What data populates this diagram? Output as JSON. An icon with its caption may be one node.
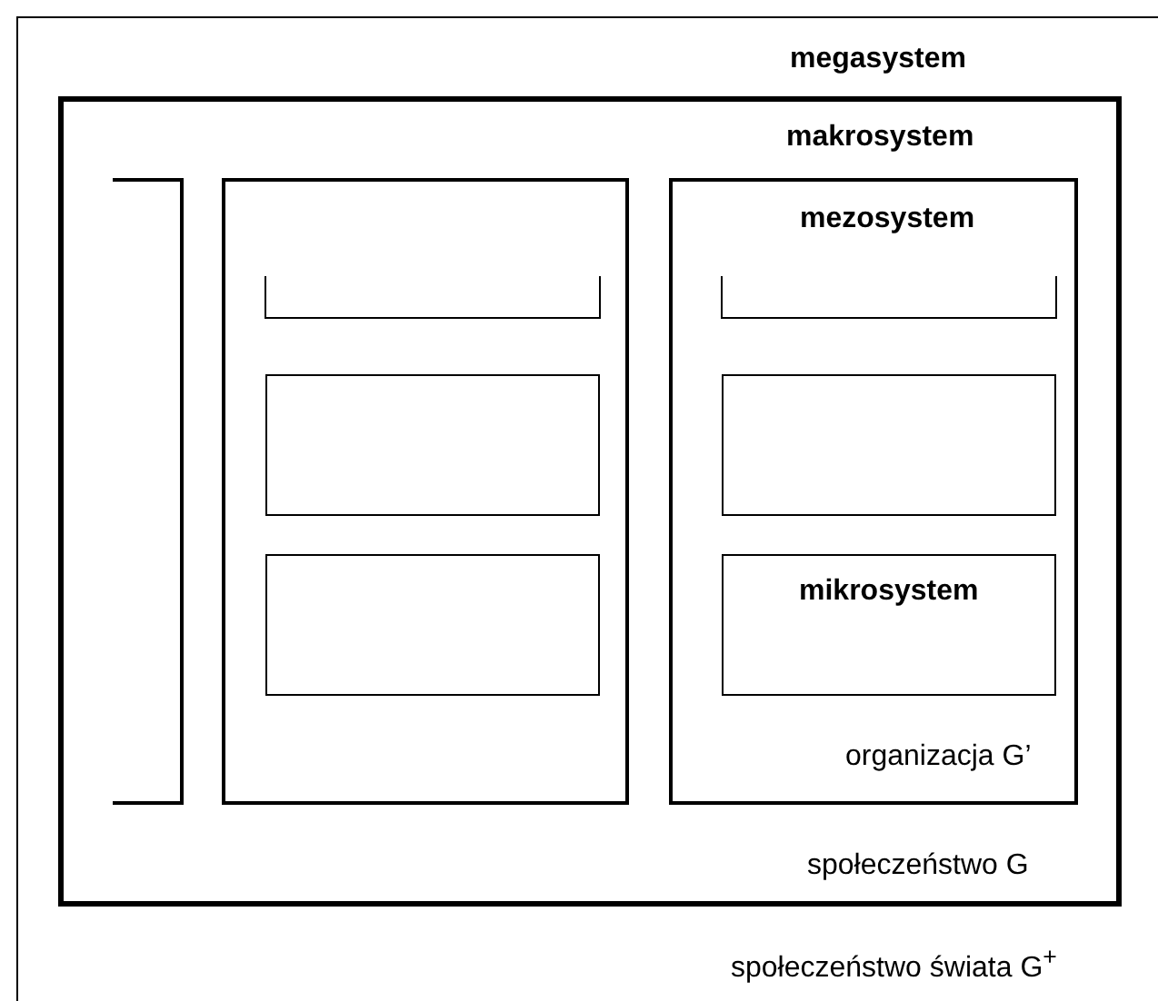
{
  "diagram": {
    "nodes": [
      {
        "text": [
          "megasystem",
          "społeczeństwo świata G$^{+}$"
        ]
      },
      {
        "text": [
          "makrosystem",
          "społeczeństwo G"
        ],
        "in": 0
      },
      {
        "text": [],
        "shape": "box",
        "in": 1
      },
      {
        "text": [],
        "shape": "box",
        "in": 2
      },
      {
        "text": [],
        "shape": "box",
        "in": 2
      },
      {
        "text": [
          "mezosystem",
          "organizacja G’"
        ],
        "in": 1
      },
      {
        "text": [],
        "shape": "box",
        "in": 5
      },
      {
        "text": [
          "mikrosystem"
        ],
        "in": 5
      }
    ]
  }
}
